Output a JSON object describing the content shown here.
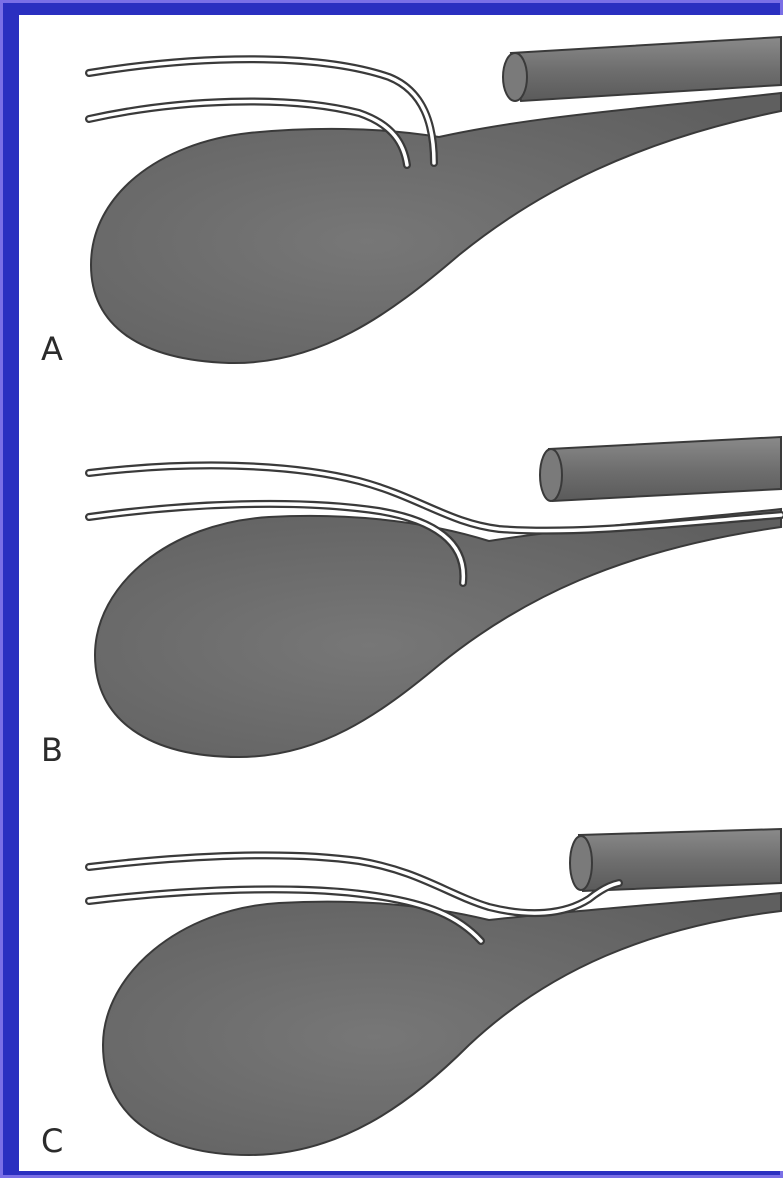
{
  "panels": [
    {
      "label": "A"
    },
    {
      "label": "B"
    },
    {
      "label": "C"
    }
  ],
  "colors": {
    "border_blue": "#2a2fc0",
    "border_lavender": "#7a6fe6",
    "background": "#ffffff",
    "shape_fill": "#6e6e6e",
    "outline": "#3a3a3a"
  }
}
